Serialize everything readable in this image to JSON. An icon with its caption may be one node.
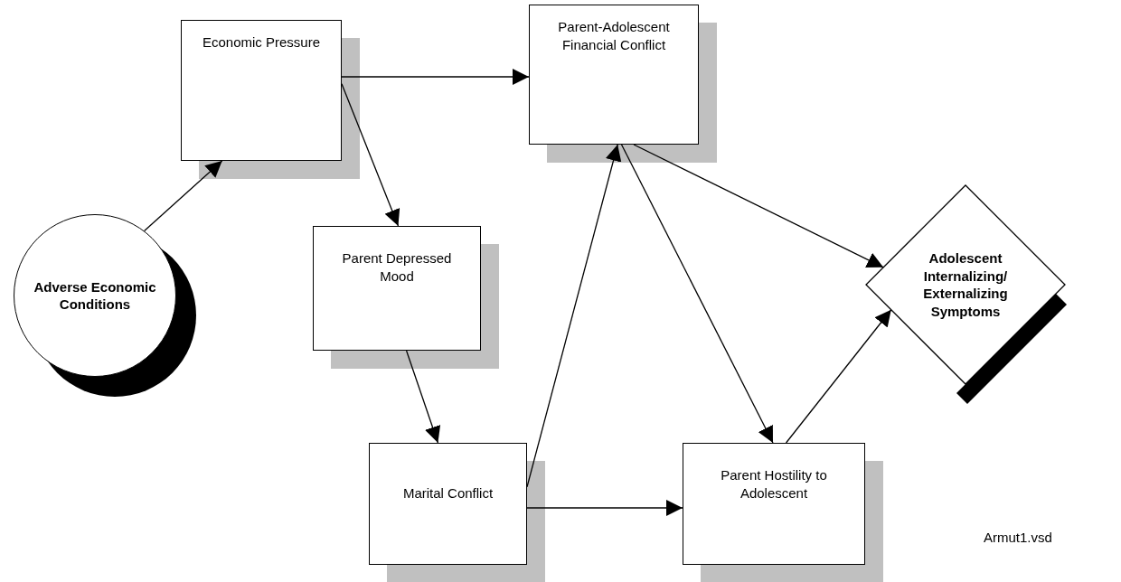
{
  "diagram": {
    "nodes": [
      {
        "text": [
          "Economic Pressure"
        ]
      },
      {
        "text": [
          "Parent-Adolescent Financial Conflict"
        ]
      },
      {
        "text": [
          "Adverse Economic Conditions"
        ]
      },
      {
        "text": [
          "Parent Depressed Mood"
        ]
      },
      {
        "text": [
          "Adolescent Internalizing/ Externalizing Symptoms"
        ]
      },
      {
        "text": [
          "Marital Conflict"
        ]
      },
      {
        "text": [
          "Parent Hostility to Adolescent"
        ]
      }
    ],
    "edges": [
      {
        "from": 0,
        "to": 1,
        "arrow": "to"
      },
      {
        "from": 2,
        "to": 0,
        "arrow": "to"
      },
      {
        "from": 0,
        "to": 3,
        "arrow": "to"
      },
      {
        "from": 3,
        "to": 5,
        "arrow": "to"
      },
      {
        "from": 5,
        "to": 1,
        "arrow": "to"
      },
      {
        "from": 5,
        "to": 6,
        "arrow": "to"
      },
      {
        "from": 1,
        "to": 6,
        "arrow": "to"
      },
      {
        "from": 1,
        "to": 4,
        "arrow": "to"
      },
      {
        "from": 6,
        "to": 4,
        "arrow": "to"
      }
    ],
    "labels": [
      "Armut1.vsd"
    ]
  }
}
